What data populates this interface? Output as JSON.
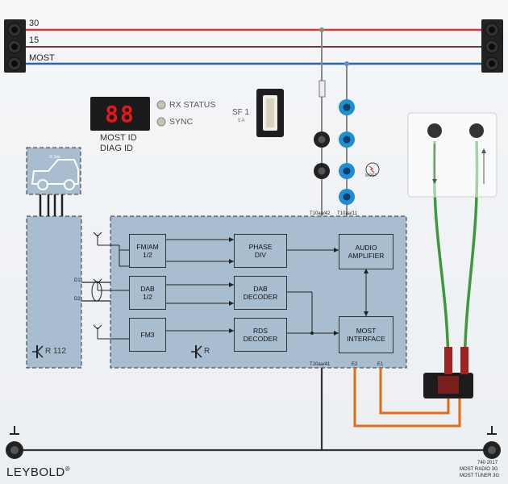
{
  "buses": {
    "b30": "30",
    "b15": "15",
    "most": "MOST"
  },
  "display": {
    "digits": "88",
    "line1": "MOST ID",
    "line2": "DIAG ID"
  },
  "leds": {
    "rx": "RX STATUS",
    "sync": "SYNC"
  },
  "fuse": {
    "label": "SF 1",
    "rating": "5 A"
  },
  "blocks": {
    "fmam": "FM/AM\n1/2",
    "dab": "DAB\n1/2",
    "fm3": "FM3",
    "phase": "PHASE\nDIV",
    "dabdec": "DAB\nDECODER",
    "rdsdec": "RDS\nDECODER",
    "audio": "AUDIO\nAMPLIFIER",
    "mostif": "MOST\nINTERFACE"
  },
  "labels": {
    "r112": "R 112",
    "r": "R",
    "d1": "D1",
    "d2": "D2",
    "t42": "T10aa/42",
    "t11": "T10aa/11",
    "t41": "T10aa/41",
    "e2": "E2",
    "e1": "E1",
    "most_sym": "MOST",
    "car": "E 2xx"
  },
  "footer": {
    "brand": "LEYBOLD",
    "reg": "®",
    "code": "740 2017",
    "model1": "MOST RADIO 3G",
    "model2": "MOST TUNER 3G"
  },
  "colors": {
    "red": "#d23a3a",
    "blue": "#2b5fb5",
    "orange": "#e36a12",
    "green": "#3c9a3c",
    "block": "#a9bdd0"
  }
}
